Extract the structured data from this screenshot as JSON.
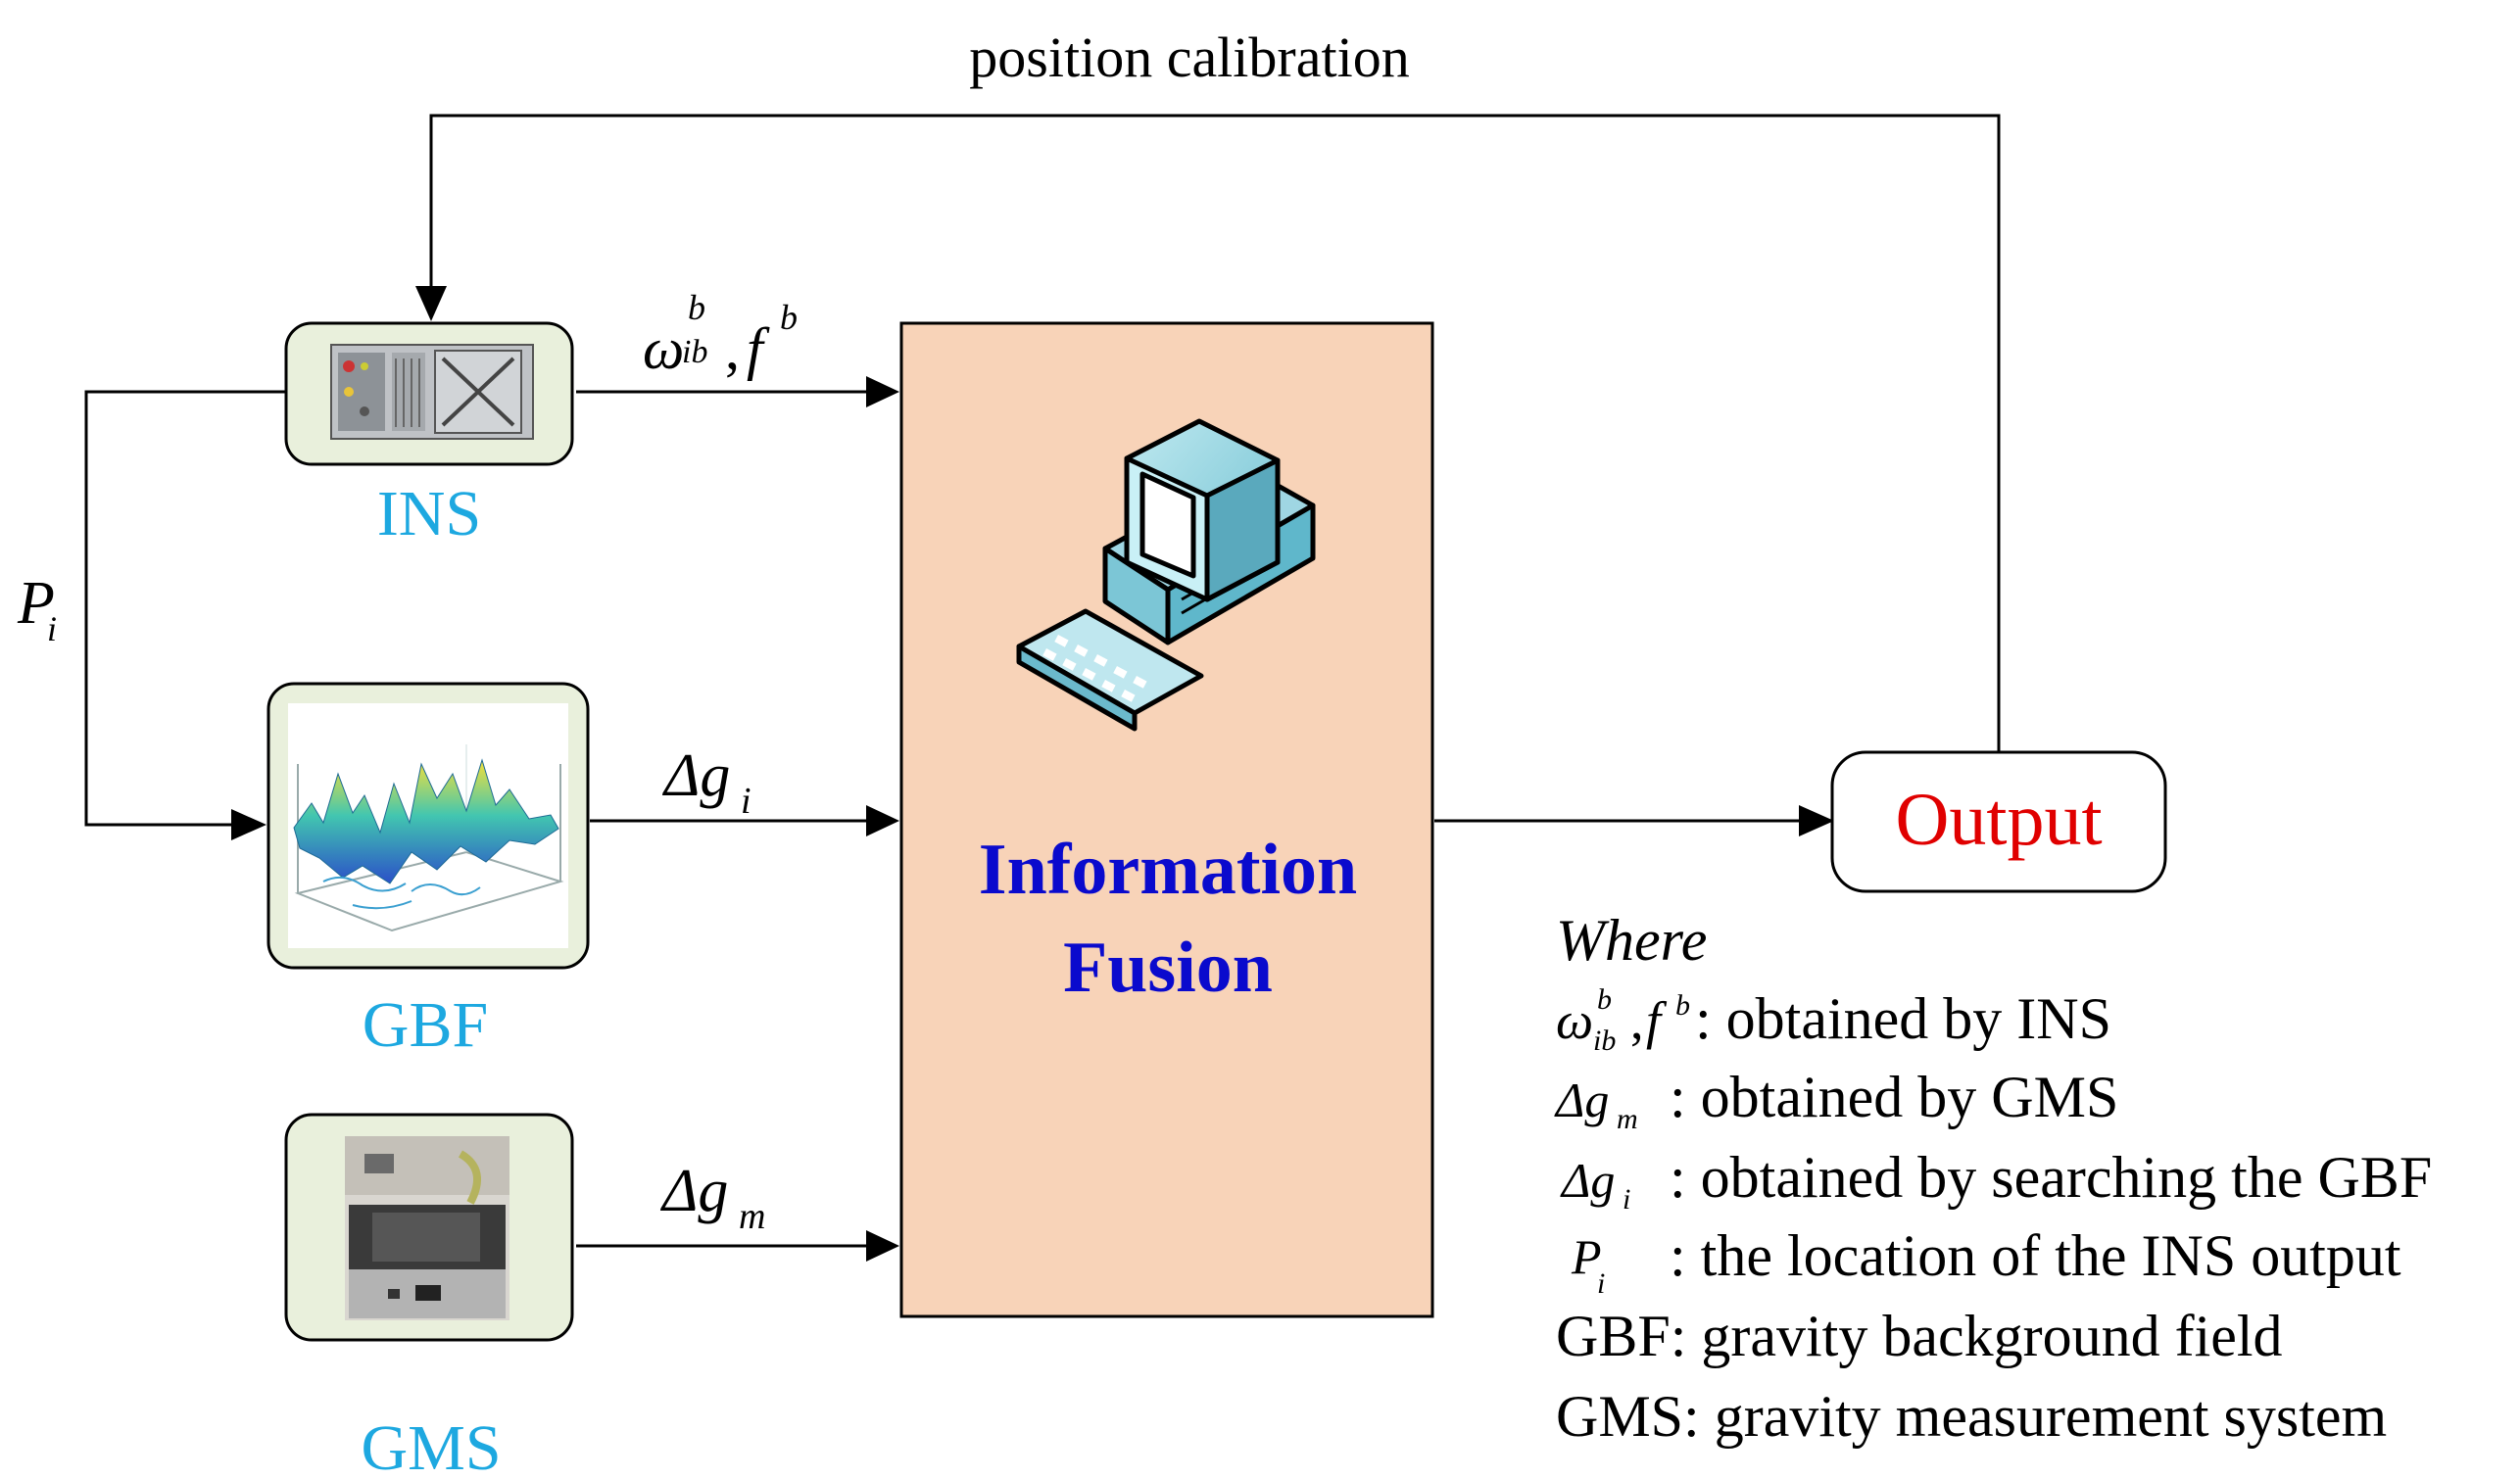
{
  "feedback": {
    "label": "position calibration"
  },
  "ins": {
    "name": "INS",
    "output_symbol": "ω",
    "output_sup": "b",
    "output_sub": "ib",
    "output_sep": ",",
    "output_f": "f",
    "output_f_sup": "b"
  },
  "gbf": {
    "name": "GBF",
    "output_delta": "Δg",
    "output_sub": "i"
  },
  "gms": {
    "name": "GMS",
    "output_delta": "Δg",
    "output_sub": "m"
  },
  "input": {
    "symbol": "P",
    "sub": "i"
  },
  "fusion": {
    "line1": "Information",
    "line2": "Fusion"
  },
  "output": {
    "label": "Output"
  },
  "legend": {
    "heading": "Where",
    "line1_text": ": obtained by INS",
    "line2_text": ": obtained by GMS",
    "line3_text": ": obtained by searching the GBF",
    "line4_text": ": the location of the INS output",
    "line5_text": "GBF: gravity background field",
    "line6_text": "GMS: gravity measurement system"
  },
  "colors": {
    "module_label": "#1da8e0",
    "fusion_fill": "#f8d3b8",
    "fusion_text": "#0a0acd",
    "output_text": "#e00000",
    "device_box_fill": "#e9f0dc",
    "line": "#000000"
  }
}
